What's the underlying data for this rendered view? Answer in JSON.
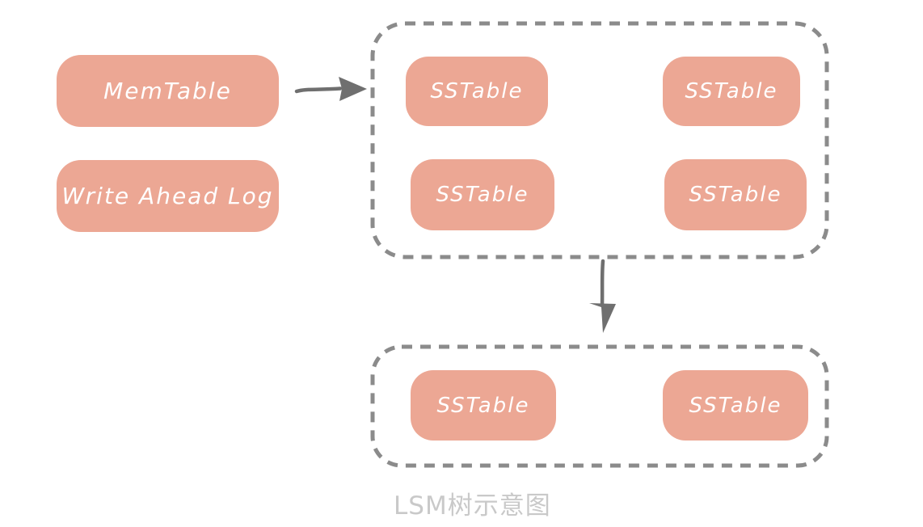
{
  "diagram": {
    "caption": "LSM树示意图",
    "memtable_label": "MemTable",
    "wal_label": "Write Ahead Log",
    "level0": {
      "sstables": [
        "SSTable",
        "SSTable",
        "SSTable",
        "SSTable"
      ]
    },
    "level1": {
      "sstables": [
        "SSTable",
        "SSTable"
      ]
    },
    "arrows": [
      {
        "name": "flush-arrow",
        "direction": "right",
        "from": "MemTable",
        "to": "level0-container"
      },
      {
        "name": "compaction-arrow",
        "direction": "down",
        "from": "level0-container",
        "to": "level1-container"
      }
    ],
    "colors": {
      "node_fill": "#ECA794",
      "node_text": "#FFFFFF",
      "container_border": "#8B8B8B",
      "arrow": "#6F6F6F",
      "caption_text": "#C9C9C9",
      "background": "#FFFFFF"
    }
  }
}
